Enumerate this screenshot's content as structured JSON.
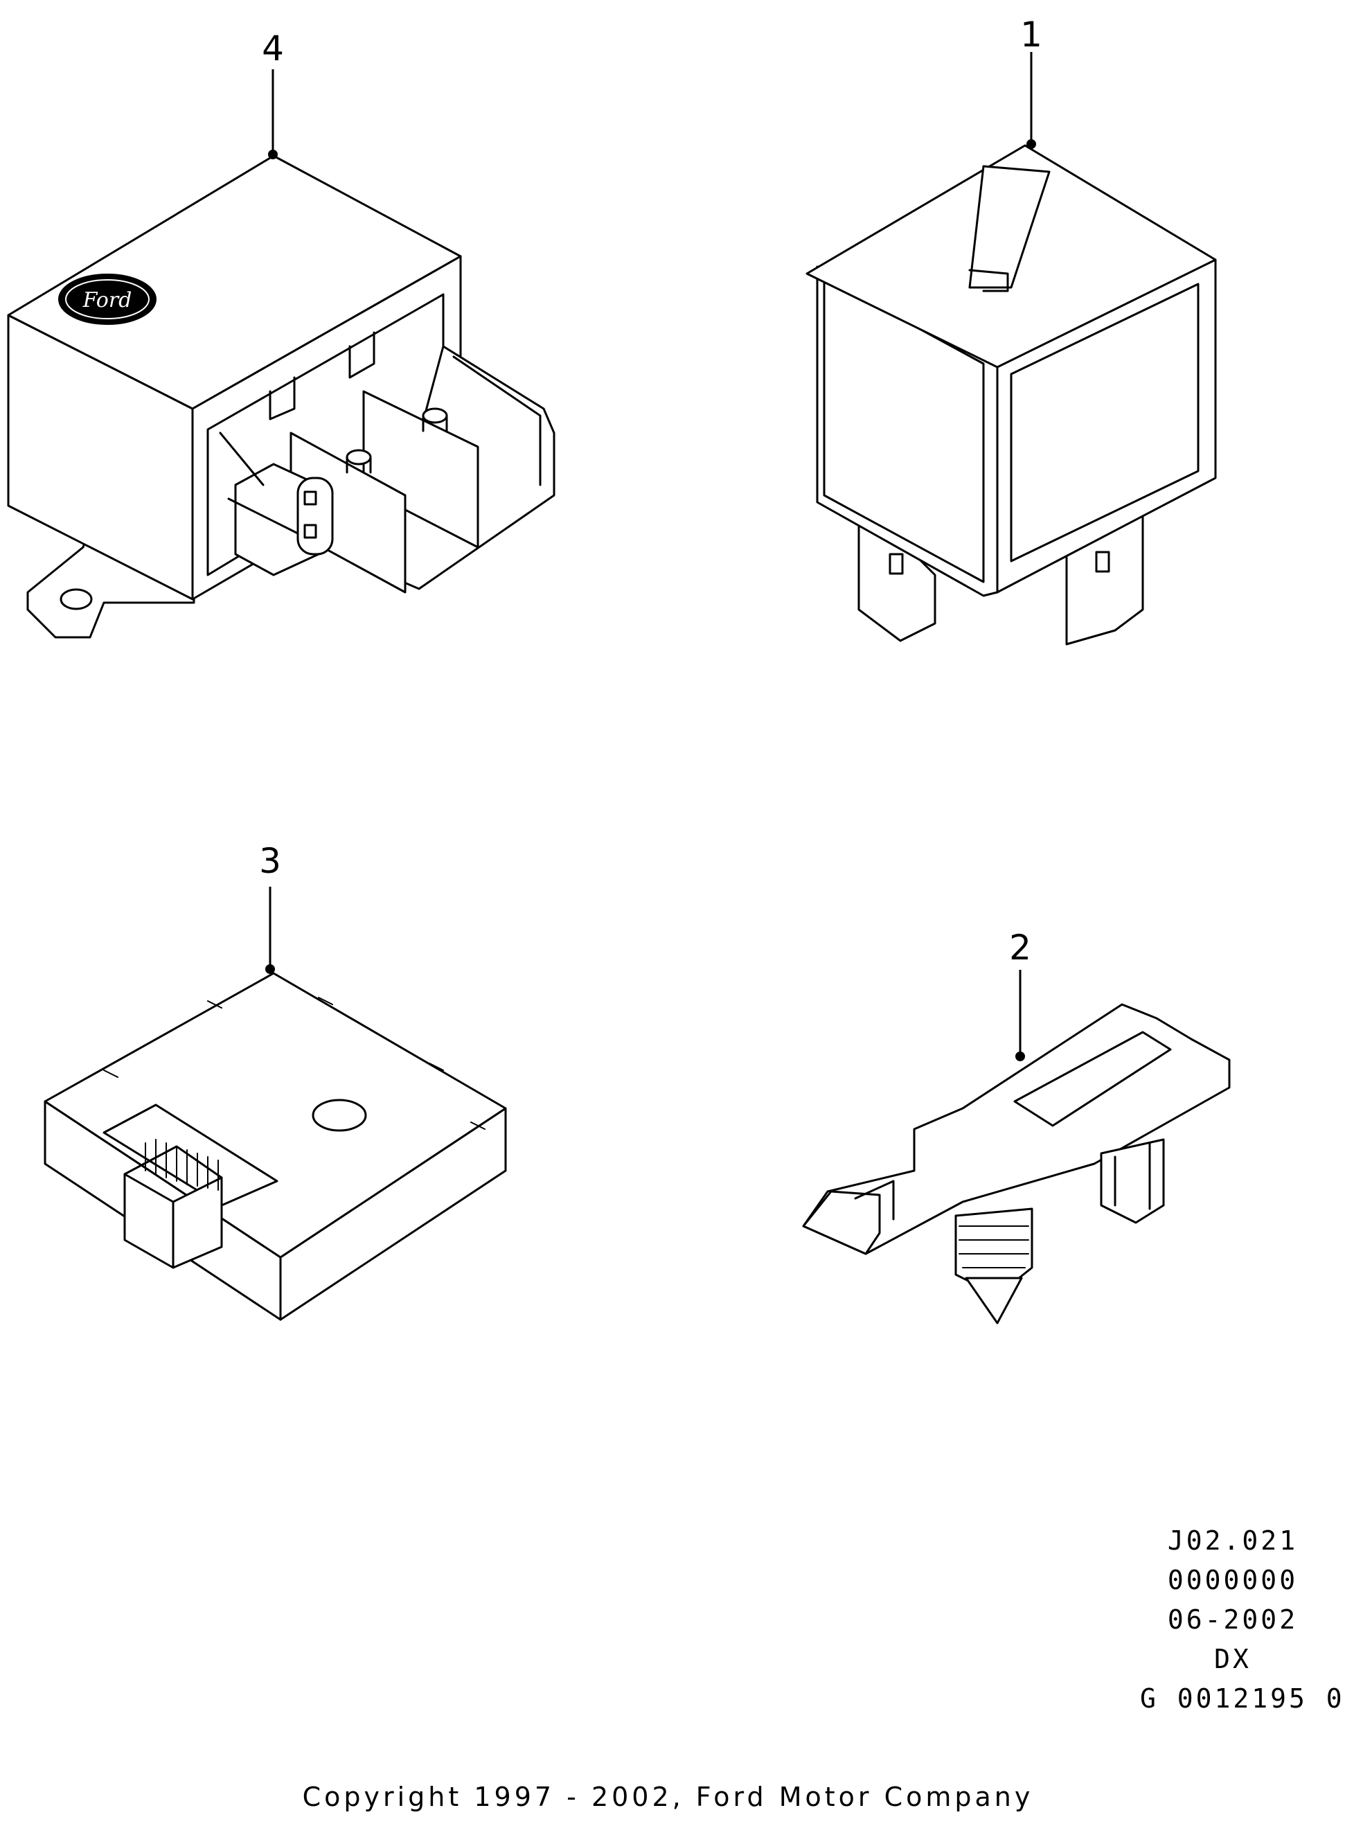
{
  "callouts": {
    "relay": "1",
    "clip": "2",
    "module": "3",
    "relay_box": "4"
  },
  "logo_text": "Ford",
  "drawing_info": {
    "code": "J02.021",
    "number": "0000000",
    "date": "06-2002",
    "series": "DX",
    "reference": "G 0012195 0"
  },
  "copyright": "Copyright 1997 - 2002, Ford Motor Company",
  "colors": {
    "line": "#000000",
    "background": "#ffffff",
    "logo_fill": "#000000"
  }
}
